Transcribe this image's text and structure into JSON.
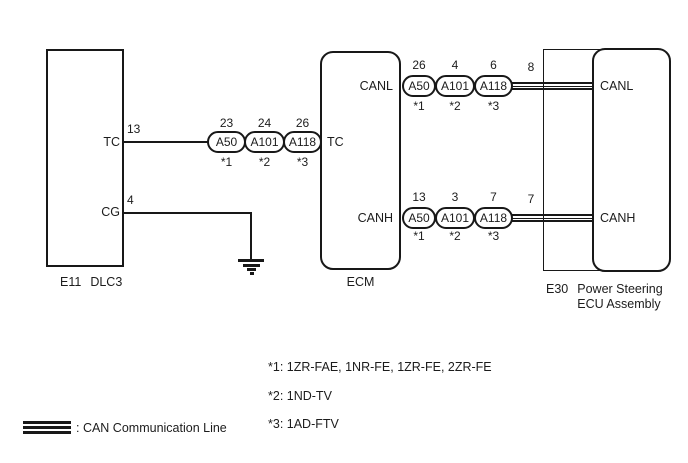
{
  "colors": {
    "ink": "#181818",
    "background": "#ffffff"
  },
  "dlc3": {
    "caption_code": "E11",
    "caption_name": "DLC3",
    "tc_label": "TC",
    "tc_pin": "13",
    "cg_label": "CG",
    "cg_pin": "4"
  },
  "ecm": {
    "caption": "ECM",
    "tc_label": "TC",
    "canl_label": "CANL",
    "canh_label": "CANH"
  },
  "power_steering": {
    "caption_code": "E30",
    "caption_name_line1": "Power Steering",
    "caption_name_line2": "ECU Assembly",
    "canl_label": "CANL",
    "canh_label": "CANH",
    "canl_pin": "8",
    "canh_pin": "7"
  },
  "connectors": {
    "tc_row": [
      {
        "pin": "23",
        "label": "A50",
        "note": "*1"
      },
      {
        "pin": "24",
        "label": "A101",
        "note": "*2"
      },
      {
        "pin": "26",
        "label": "A118",
        "note": "*3"
      }
    ],
    "canl_row": [
      {
        "pin": "26",
        "label": "A50",
        "note": "*1"
      },
      {
        "pin": "4",
        "label": "A101",
        "note": "*2"
      },
      {
        "pin": "6",
        "label": "A118",
        "note": "*3"
      }
    ],
    "canh_row": [
      {
        "pin": "13",
        "label": "A50",
        "note": "*1"
      },
      {
        "pin": "3",
        "label": "A101",
        "note": "*2"
      },
      {
        "pin": "7",
        "label": "A118",
        "note": "*3"
      }
    ]
  },
  "footnotes": [
    "*1: 1ZR-FAE, 1NR-FE, 1ZR-FE, 2ZR-FE",
    "*2: 1ND-TV",
    "*3: 1AD-FTV"
  ],
  "legend": {
    "can_line_label": ": CAN Communication Line"
  }
}
